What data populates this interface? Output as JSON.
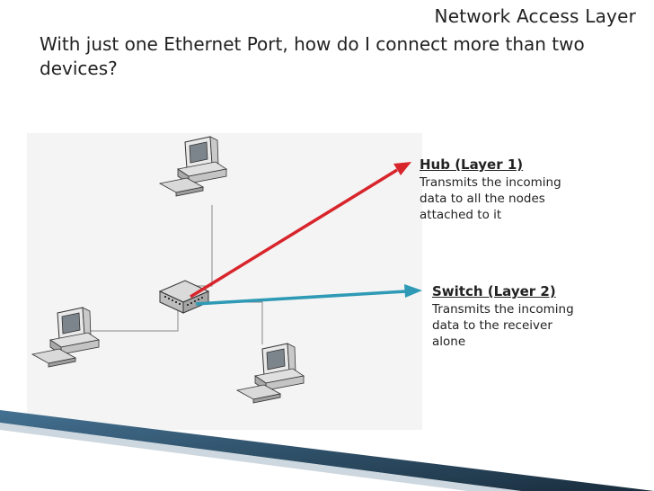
{
  "slide": {
    "header_title": "Network Access Layer",
    "question": "With just one Ethernet Port, how do I connect more than two devices?"
  },
  "hub": {
    "title": "Hub (Layer 1)",
    "description": "Transmits the incoming data to all the nodes attached to it",
    "arrow_color": "#d8252c"
  },
  "switch": {
    "title": "Switch (Layer 2)",
    "description": "Transmits the incoming data to the receiver alone",
    "arrow_color": "#2e9ab5"
  },
  "colors": {
    "deco_band": "#16384f",
    "diagram_bg": "#f4f4f4"
  }
}
